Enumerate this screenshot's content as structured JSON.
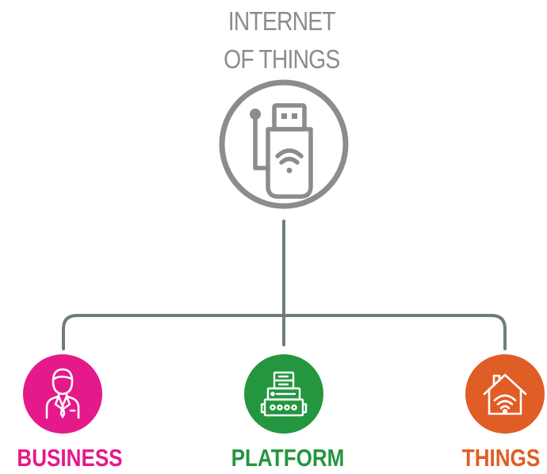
{
  "title": {
    "line1": "INTERNET",
    "line2": "OF THINGS"
  },
  "hub": {
    "icon": "usb-wifi-dongle-icon",
    "ring_color": "#8c8c8c",
    "icon_color": "#8c8c8c"
  },
  "connector_color": "#6e7e76",
  "nodes": [
    {
      "key": "business",
      "label": "BUSINESS",
      "icon": "businessman-icon",
      "color": "#e5198a"
    },
    {
      "key": "platform",
      "label": "PLATFORM",
      "icon": "server-rack-icon",
      "color": "#23963f"
    },
    {
      "key": "things",
      "label": "THINGS",
      "icon": "smart-home-wifi-icon",
      "color": "#e05d25"
    }
  ]
}
